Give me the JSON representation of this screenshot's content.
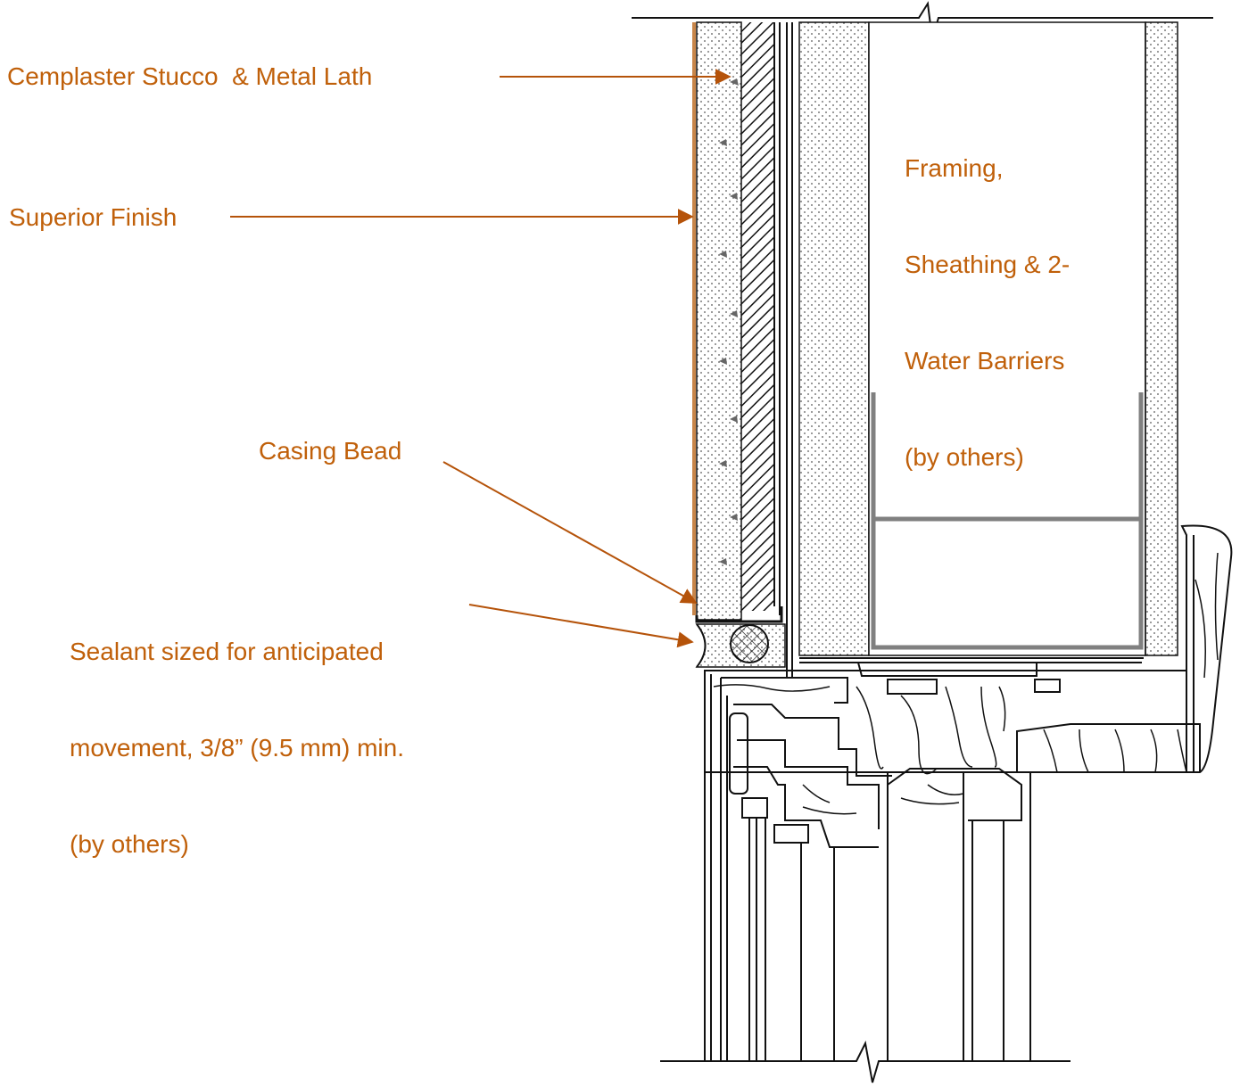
{
  "labels": {
    "stucco": "Cemplaster Stucco  & Metal Lath",
    "finish": "Superior Finish",
    "framing": [
      "Framing,",
      "Sheathing & 2-",
      "Water Barriers",
      "(by others)"
    ],
    "casing": "Casing Bead",
    "sealant": [
      "Sealant sized for anticipated",
      "movement, 3/8” (9.5 mm) min.",
      "(by others)"
    ]
  },
  "colors": {
    "label": "#C0600A",
    "leader": "#B5530A",
    "finish_strip": "#C8864A",
    "line": "#111111",
    "gray_frame": "#808080"
  }
}
